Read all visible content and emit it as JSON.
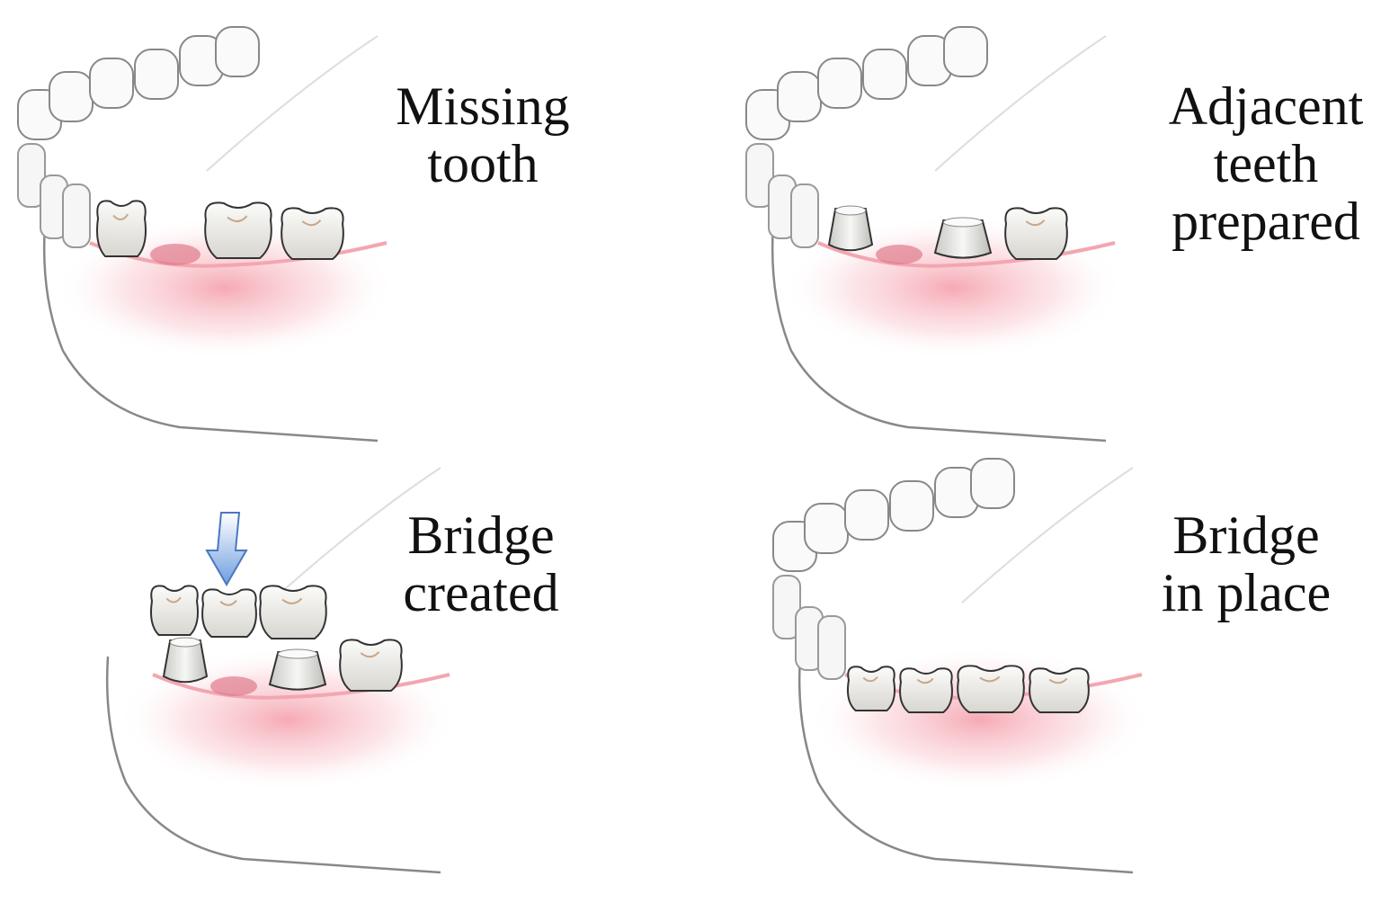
{
  "panels": [
    {
      "id": "missing-tooth",
      "label_lines": [
        "Missing",
        "tooth"
      ]
    },
    {
      "id": "adjacent-teeth-prepared",
      "label_lines": [
        "Adjacent",
        "teeth",
        "prepared"
      ]
    },
    {
      "id": "bridge-created",
      "label_lines": [
        "Bridge",
        "created"
      ]
    },
    {
      "id": "bridge-in-place",
      "label_lines": [
        "Bridge",
        "in place"
      ]
    }
  ],
  "colors": {
    "gum": "#f08a9a",
    "tooth": "#f2f1ee",
    "outline": "#7a7a7a",
    "arrow": "#8fb4e8"
  }
}
